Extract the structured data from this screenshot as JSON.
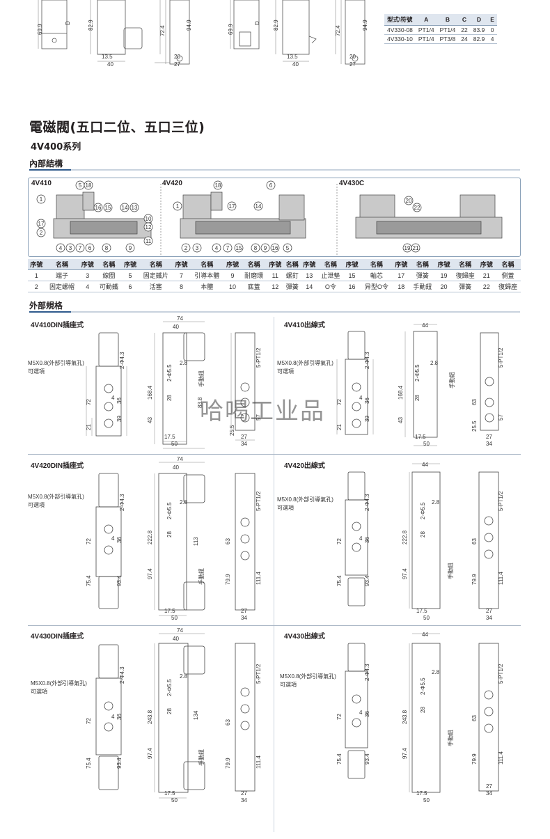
{
  "spec_table": {
    "headers": [
      "型式\\符號",
      "A",
      "B",
      "C",
      "D",
      "E"
    ],
    "rows": [
      [
        "4V330-08",
        "PT1/4",
        "PT1/4",
        "22",
        "83.9",
        "0"
      ],
      [
        "4V330-10",
        "PT1/4",
        "PT3/8",
        "24",
        "82.9",
        "4"
      ]
    ]
  },
  "top_dims": {
    "d1": "69.9",
    "d2": "82.9",
    "d3": "13.5",
    "d4": "40",
    "d5": "72.4",
    "d6": "94.9",
    "d7": "20",
    "d8": "27",
    "d9": "69.9",
    "d10": "82.9",
    "d11": "13.5",
    "d12": "40",
    "d13": "72.4",
    "d14": "94.9",
    "d15": "20",
    "d16": "27",
    "D": "D"
  },
  "main_title": "電磁閥(五口二位、五口三位)",
  "series_title": "4V400系列",
  "internal": {
    "heading": "內部結構",
    "models": [
      "4V410",
      "4V420",
      "4V430C"
    ]
  },
  "parts_table": {
    "headers": [
      "序號",
      "名稱",
      "序號",
      "名稱",
      "序號",
      "名稱",
      "序號",
      "名稱",
      "序號",
      "名稱",
      "序號",
      "名稱",
      "序號",
      "名稱",
      "序號",
      "名稱",
      "序號",
      "名稱",
      "序號",
      "名稱",
      "序號",
      "名稱"
    ],
    "rows": [
      [
        "1",
        "端子",
        "3",
        "線圈",
        "5",
        "固定鐵片",
        "7",
        "引導本體",
        "9",
        "耐磨環",
        "11",
        "螺釘",
        "13",
        "止泄墊",
        "15",
        "軸芯",
        "17",
        "彈簧",
        "19",
        "復歸座",
        "21",
        "側蓋"
      ],
      [
        "2",
        "固定螺帽",
        "4",
        "可動鐵",
        "6",
        "活塞",
        "8",
        "本體",
        "10",
        "底蓋",
        "12",
        "彈簧",
        "14",
        "O令",
        "16",
        "异型O令",
        "18",
        "手動鈕",
        "20",
        "彈簧",
        "22",
        "復歸座"
      ]
    ]
  },
  "external": {
    "heading": "外部規格",
    "panels": [
      {
        "title": "4V410DIN插座式"
      },
      {
        "title": "4V410出線式"
      },
      {
        "title": "4V420DIN插座式"
      },
      {
        "title": "4V420出線式"
      },
      {
        "title": "4V430DIN插座式"
      },
      {
        "title": "4V430出線式"
      }
    ],
    "note1": "M5X0.8(外部引導氣孔)",
    "note2": "可選項",
    "labels": {
      "port": "2-Φ4.3",
      "hole": "2-Φ5.5",
      "pt": "5-PT1/2",
      "r": "2.8",
      "manual": "手動鈕"
    },
    "dims": {
      "w74": "74",
      "w40": "40",
      "w44": "44",
      "h168": "168.4",
      "h222": "222.8",
      "h243": "243.8",
      "h72": "72",
      "h36": "36",
      "h39": "39",
      "h21": "21",
      "h4": "4",
      "h43": "43",
      "h28": "28",
      "h97": "97.4",
      "h754": "75.4",
      "h934": "93.4",
      "h113": "113",
      "h134": "134",
      "h838": "83.8",
      "h63": "63",
      "h57": "57",
      "h255": "25.5",
      "h799": "79.9",
      "h1114": "111.4",
      "w175": "17.5",
      "w50": "50",
      "w27": "27",
      "w34": "34"
    }
  },
  "watermark": "哈喝工业品"
}
